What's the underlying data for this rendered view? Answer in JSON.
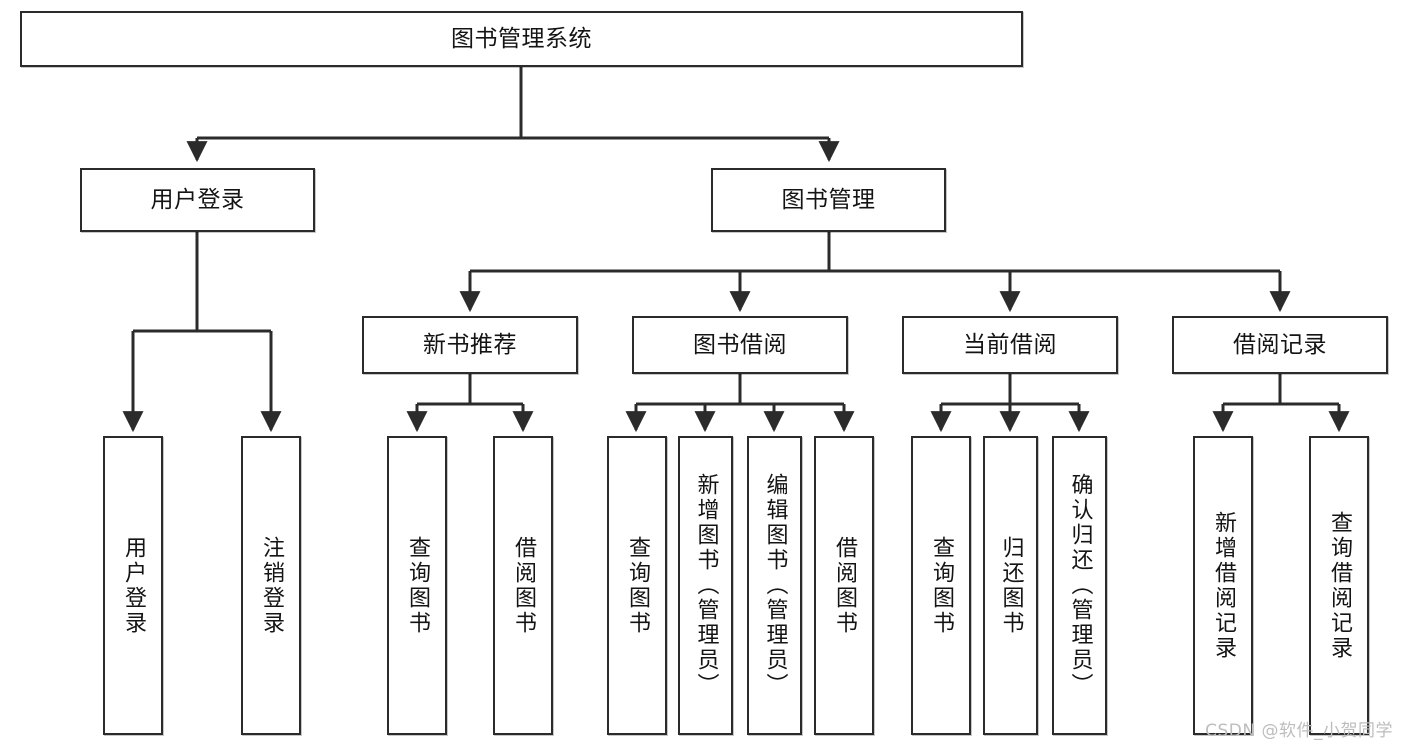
{
  "diagram": {
    "type": "tree-hierarchy",
    "title": "图书管理系统",
    "root": {
      "label": "图书管理系统"
    },
    "level2": [
      {
        "label": "用户登录"
      },
      {
        "label": "图书管理"
      }
    ],
    "level3": [
      {
        "label": "新书推荐"
      },
      {
        "label": "图书借阅"
      },
      {
        "label": "当前借阅"
      },
      {
        "label": "借阅记录"
      }
    ],
    "leaves": {
      "user_login": [
        {
          "label": "用户登录"
        },
        {
          "label": "注销登录"
        }
      ],
      "new_book_recommend": [
        {
          "label": "查询图书"
        },
        {
          "label": "借阅图书"
        }
      ],
      "book_borrow": [
        {
          "label": "查询图书"
        },
        {
          "label": "新增图书（管理员）"
        },
        {
          "label": "编辑图书（管理员）"
        },
        {
          "label": "借阅图书"
        }
      ],
      "current_borrow": [
        {
          "label": "查询图书"
        },
        {
          "label": "归还图书"
        },
        {
          "label": "确认归还（管理员）"
        }
      ],
      "borrow_record": [
        {
          "label": "新增借阅记录"
        },
        {
          "label": "查询借阅记录"
        }
      ]
    },
    "watermark": "CSDN @软件_小贺同学",
    "colors": {
      "box_border": "#2b2b2b",
      "box_fill": "#ffffff",
      "connector": "#2b2b2b",
      "text": "#141414",
      "watermark": "#bdbdbd"
    }
  }
}
